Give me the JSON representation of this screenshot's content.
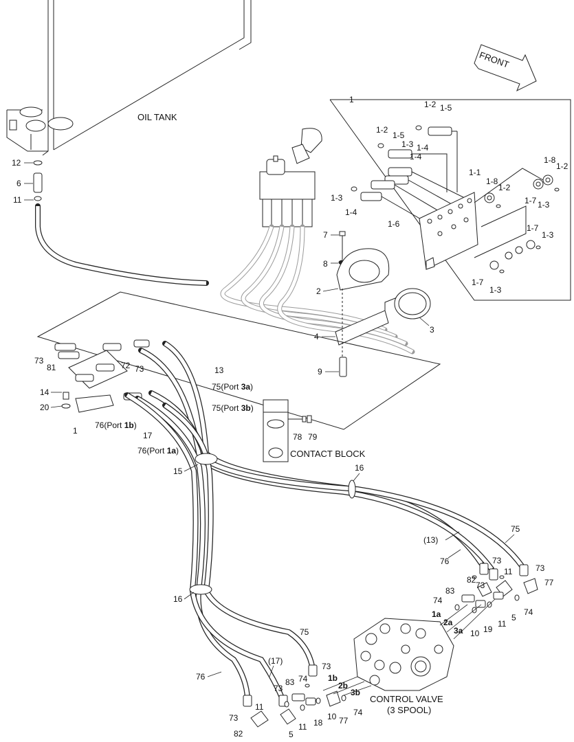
{
  "labels": {
    "oil_tank": "OIL TANK",
    "front": "FRONT",
    "contact_block": "CONTACT BLOCK",
    "control_valve_line1": "CONTROL VALVE",
    "control_valve_line2": "(3 SPOOL)",
    "p12": "12",
    "p6": "6",
    "p11_tank": "11",
    "p1_kit": "1",
    "kit_1_2_a": "1-2",
    "kit_1_5_a": "1-5",
    "kit_1_2_b": "1-2",
    "kit_1_5_b": "1-5",
    "kit_1_3_a": "1-3",
    "kit_1_4_a": "1-4",
    "kit_1_4_b": "1-4",
    "kit_1_1": "1-1",
    "kit_1_8_a": "1-8",
    "kit_1_2_c": "1-2",
    "kit_1_8_b": "1-8",
    "kit_1_2_d": "1-2",
    "kit_1_7_a": "1-7",
    "kit_1_3_b": "1-3",
    "kit_1_3_c": "1-3",
    "kit_1_4_c": "1-4",
    "kit_1_6": "1-6",
    "kit_1_7_b": "1-7",
    "kit_1_3_d": "1-3",
    "kit_1_7_c": "1-7",
    "kit_1_3_e": "1-3",
    "p7": "7",
    "p8": "8",
    "p2": "2",
    "p4": "4",
    "p3": "3",
    "p9": "9",
    "p73_a": "73",
    "p81": "81",
    "p72": "72",
    "p73_b": "73",
    "p14": "14",
    "p20": "20",
    "p1_blk": "1",
    "p13": "13",
    "p75_3a_num": "75(Port ",
    "p75_3a_bold": "3a",
    "p75_3a_end": ")",
    "p75_3b_num": "75(Port ",
    "p75_3b_bold": "3b",
    "p75_3b_end": ")",
    "p76_1b_num": "76(Port ",
    "p76_1b_bold": "1b",
    "p76_1b_end": ")",
    "p17": "17",
    "p76_1a_num": "76(Port ",
    "p76_1a_bold": "1a",
    "p76_1a_end": ")",
    "p78": "78",
    "p79": "79",
    "p15": "15",
    "p16_a": "16",
    "p16_b": "16",
    "p13_paren": "(13)",
    "p75_r": "75",
    "p76_r": "76",
    "p73_r1": "73",
    "p73_r2": "73",
    "p82_r": "82",
    "p11_r": "11",
    "p73_r3": "73",
    "p83_r": "83",
    "p74_r1": "74",
    "p1a": "1a",
    "p2a": "2a",
    "p3a": "3a",
    "p10_r": "10",
    "p19_r": "19",
    "p11_r2": "11",
    "p5_r": "5",
    "p77_r": "77",
    "p74_r2": "74",
    "p75_b": "75",
    "p17_paren": "(17)",
    "p76_b": "76",
    "p73_b1": "73",
    "p83_b": "83",
    "p74_b": "74",
    "p73_b2": "73",
    "p1b": "1b",
    "p2b": "2b",
    "p3b": "3b",
    "p11_b1": "11",
    "p73_b3": "73",
    "p82_b": "82",
    "p11_b2": "11",
    "p18_b": "18",
    "p10_b": "10",
    "p77_b": "77",
    "p74_b2": "74",
    "p5_b": "5"
  },
  "icons": {
    "front_arrow": "front-arrow-icon"
  }
}
